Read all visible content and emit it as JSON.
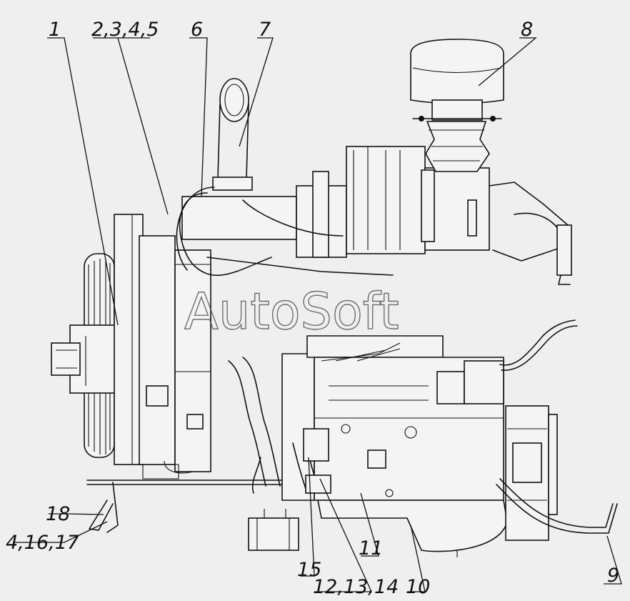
{
  "watermark": "AutoSoft",
  "callouts": {
    "c1": "1",
    "c2": "2,3,4,5",
    "c6": "6",
    "c7": "7",
    "c8": "8",
    "c9": "9",
    "c10": "10",
    "c11": "11",
    "c12": "12,13,14",
    "c15": "15",
    "c18": "18",
    "c4": "4,16,17"
  }
}
